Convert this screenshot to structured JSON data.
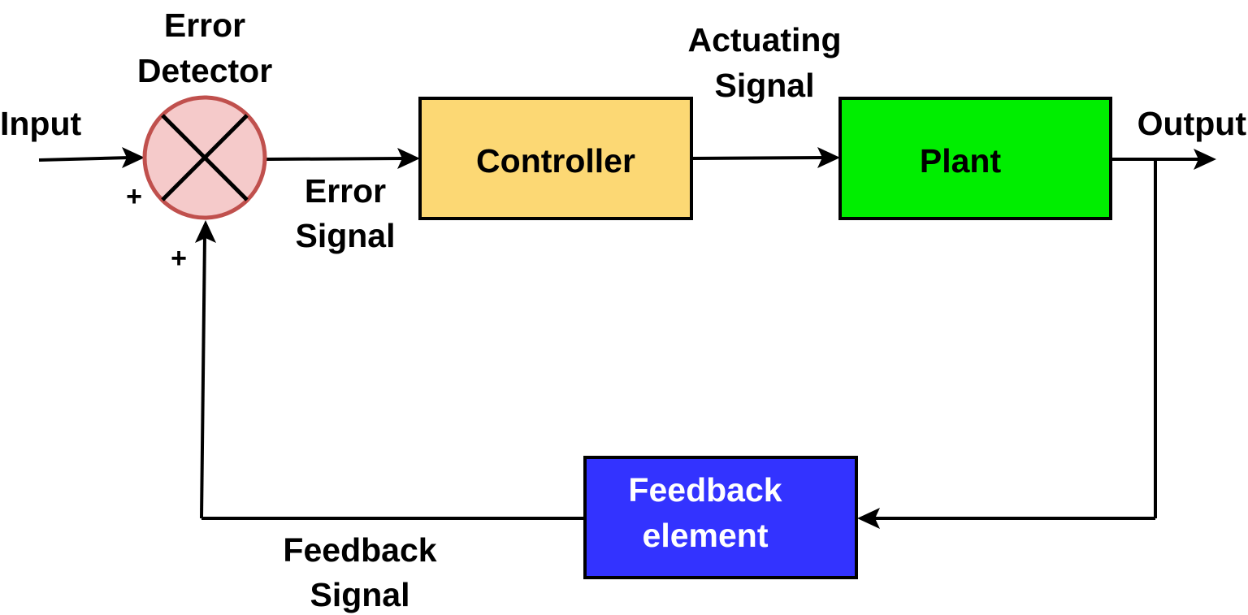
{
  "labels": {
    "input": "Input",
    "output": "Output",
    "error_detector_line1": "Error",
    "error_detector_line2": "Detector",
    "error_signal_line1": "Error",
    "error_signal_line2": "Signal",
    "actuating_signal_line1": "Actuating",
    "actuating_signal_line2": "Signal",
    "feedback_signal_line1": "Feedback",
    "feedback_signal_line2": "Signal",
    "plus_input": "+",
    "plus_feedback": "+"
  },
  "blocks": {
    "controller": {
      "label": "Controller",
      "fill": "#FCD874",
      "text_color": "#000000"
    },
    "plant": {
      "label": "Plant",
      "fill": "#00EE00",
      "text_color": "#000000"
    },
    "feedback": {
      "line1": "Feedback",
      "line2": "element",
      "fill": "#3333FF",
      "text_color": "#FFFFFF"
    }
  },
  "summing_junction": {
    "fill": "#F5CACA",
    "stroke": "#C0504D"
  }
}
